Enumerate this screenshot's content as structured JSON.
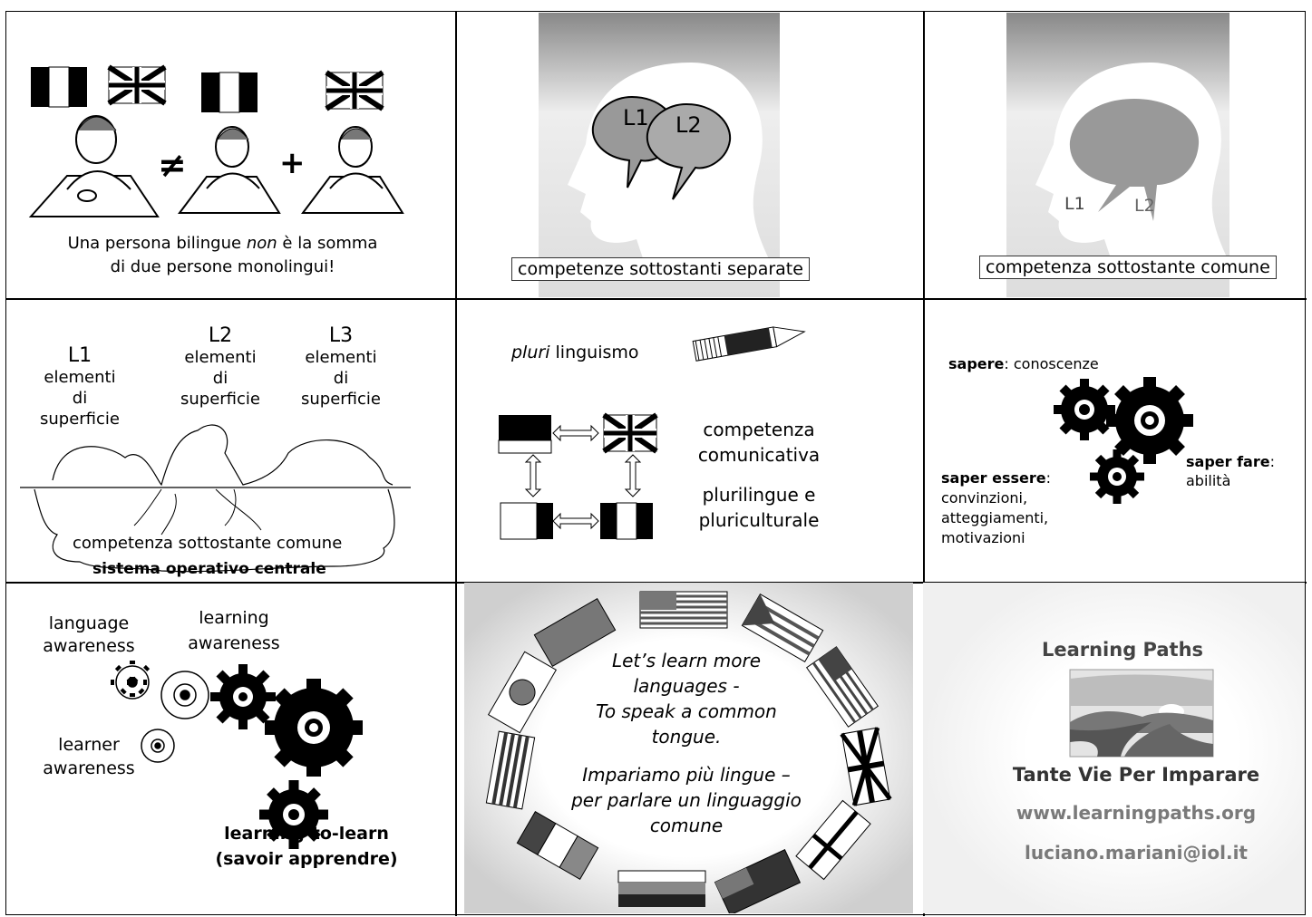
{
  "cell1": {
    "caption_line1_pre": "Una persona bilingue ",
    "caption_line1_em": "non",
    "caption_line1_post": " è la somma",
    "caption_line2": "di due persone monolingui!",
    "neq": "≠",
    "plus": "+"
  },
  "cell2": {
    "l1": "L1",
    "l2": "L2",
    "label": "competenze sottostanti separate"
  },
  "cell3": {
    "l1": "L1",
    "l2": "L2",
    "label": "competenza sottostante comune"
  },
  "cell4": {
    "peaks": [
      {
        "title": "L1",
        "lines": [
          "elementi",
          "di",
          "superficie"
        ]
      },
      {
        "title": "L2",
        "lines": [
          "elementi",
          "di",
          "superficie"
        ]
      },
      {
        "title": "L3",
        "lines": [
          "elementi",
          "di",
          "superficie"
        ]
      }
    ],
    "base1": "competenza sottostante comune",
    "base2": "sistema operativo centrale"
  },
  "cell5": {
    "title_em": "pluri",
    "title_rest": " linguismo",
    "text1": "competenza",
    "text2": "comunicativa",
    "text3": "plurilingue e",
    "text4": "pluriculturale"
  },
  "cell6": {
    "sapere_b": "sapere",
    "sapere_r": ": conoscenze",
    "saperfare_b": "saper fare",
    "saperfare_r": ":",
    "saperfare_2": "abilità",
    "saperessere_b": "saper essere",
    "saperessere_r": ":",
    "saperessere_lines": [
      "convinzioni,",
      "atteggiamenti,",
      "motivazioni"
    ]
  },
  "cell7": {
    "lang1": "language",
    "lang2": "awareness",
    "learn1": "learning",
    "learn2": "awareness",
    "learner1": "learner",
    "learner2": "awareness",
    "ltl1": "learning-to-learn",
    "ltl2": "(savoir apprendre)"
  },
  "cell8": {
    "en": [
      "Let’s learn more",
      "languages -",
      "To speak a common",
      "tongue."
    ],
    "it": [
      "Impariamo più lingue –",
      "per parlare un linguaggio",
      "comune"
    ]
  },
  "cell9": {
    "title": "Learning Paths",
    "subtitle": "Tante Vie Per Imparare",
    "web": "www.learningpaths.org",
    "email": "luciano.mariani@iol.it"
  },
  "colors": {
    "ink": "#000000",
    "grey_text": "#7a7a7a",
    "head_grey": "#8a8a8a"
  }
}
